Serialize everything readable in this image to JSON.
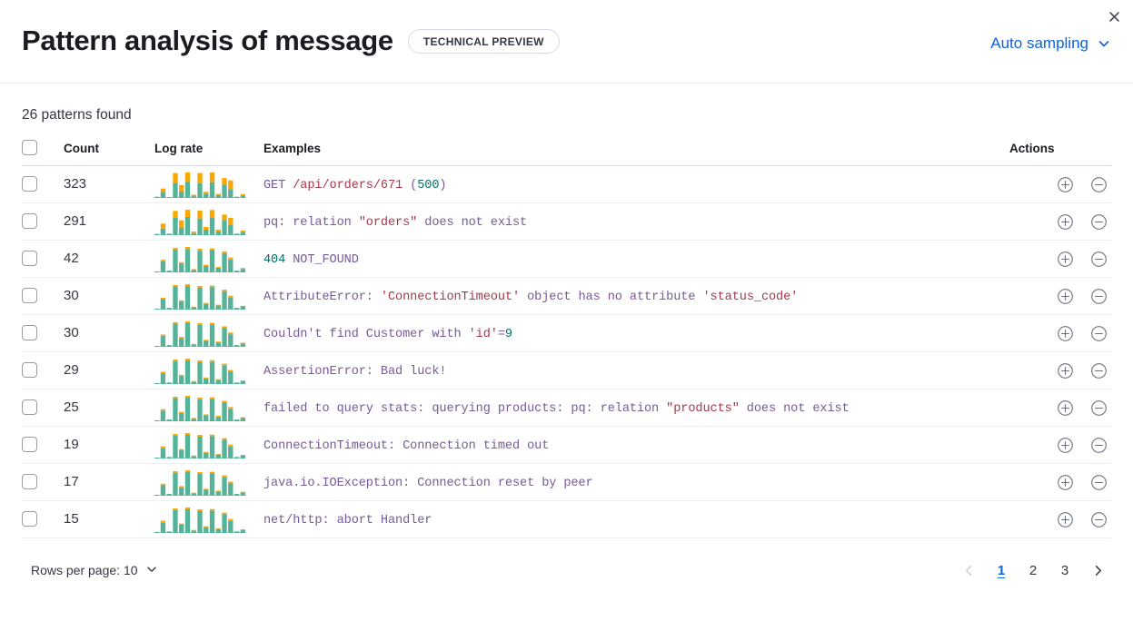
{
  "header": {
    "title": "Pattern analysis of message",
    "badge": "TECHNICAL PREVIEW",
    "sampling_label": "Auto sampling",
    "sampling_icon": "chevron-down-icon",
    "close_icon": "close-icon"
  },
  "summary": {
    "patterns_found": "26 patterns found"
  },
  "table": {
    "columns": {
      "select": "",
      "count": "Count",
      "log_rate": "Log rate",
      "examples": "Examples",
      "actions": "Actions"
    },
    "action_icons": {
      "filter_for": "plus-in-circle-icon",
      "filter_out": "minus-in-circle-icon"
    },
    "rows": [
      {
        "count": "323",
        "example_plain": "GET /api/orders/671 (500)",
        "tokens": [
          {
            "t": "GET ",
            "c": "base"
          },
          {
            "t": "/api/orders/671",
            "c": "str"
          },
          {
            "t": " (",
            "c": "base"
          },
          {
            "t": "500",
            "c": "num"
          },
          {
            "t": ")",
            "c": "base"
          }
        ],
        "spark": {
          "teal": [
            4,
            20,
            3,
            52,
            22,
            55,
            6,
            50,
            15,
            54,
            10,
            46,
            30,
            4,
            8
          ],
          "orange": [
            0,
            12,
            0,
            33,
            22,
            32,
            5,
            35,
            6,
            33,
            4,
            22,
            30,
            0,
            5
          ]
        }
      },
      {
        "count": "291",
        "example_plain": "pq: relation \"orders\" does not exist",
        "tokens": [
          {
            "t": "pq: relation ",
            "c": "base"
          },
          {
            "t": "\"orders\"",
            "c": "str"
          },
          {
            "t": " does not exist",
            "c": "base"
          }
        ],
        "spark": {
          "teal": [
            4,
            22,
            5,
            58,
            25,
            60,
            7,
            55,
            18,
            58,
            12,
            50,
            33,
            5,
            9
          ],
          "orange": [
            0,
            16,
            0,
            22,
            24,
            24,
            5,
            26,
            9,
            25,
            6,
            18,
            24,
            0,
            6
          ]
        }
      },
      {
        "count": "42",
        "example_plain": "404 NOT_FOUND",
        "tokens": [
          {
            "t": "404",
            "c": "num"
          },
          {
            "t": " NOT_FOUND",
            "c": "base"
          }
        ],
        "spark": {
          "teal": [
            3,
            38,
            6,
            78,
            30,
            80,
            9,
            74,
            22,
            76,
            16,
            66,
            44,
            6,
            12
          ],
          "orange": [
            0,
            5,
            0,
            6,
            5,
            7,
            2,
            7,
            4,
            6,
            3,
            6,
            7,
            0,
            3
          ]
        }
      },
      {
        "count": "30",
        "example_plain": "AttributeError: 'ConnectionTimeout' object has no attribute 'status_code'",
        "tokens": [
          {
            "t": "AttributeError: ",
            "c": "base"
          },
          {
            "t": "'ConnectionTimeout'",
            "c": "str"
          },
          {
            "t": " object has no attribute ",
            "c": "base"
          },
          {
            "t": "'status_code'",
            "c": "str"
          }
        ],
        "spark": {
          "teal": [
            3,
            36,
            6,
            80,
            28,
            82,
            8,
            76,
            20,
            78,
            14,
            64,
            42,
            6,
            11
          ],
          "orange": [
            0,
            5,
            0,
            5,
            4,
            6,
            2,
            6,
            3,
            5,
            3,
            5,
            6,
            0,
            2
          ]
        }
      },
      {
        "count": "30",
        "example_plain": "Couldn't find Customer with 'id'=9",
        "tokens": [
          {
            "t": "Couldn't find Customer with ",
            "c": "base"
          },
          {
            "t": "'id'",
            "c": "str"
          },
          {
            "t": "=",
            "c": "base"
          },
          {
            "t": "9",
            "c": "num"
          }
        ],
        "spark": {
          "teal": [
            3,
            37,
            6,
            79,
            29,
            81,
            8,
            75,
            21,
            77,
            15,
            65,
            43,
            6,
            11
          ],
          "orange": [
            0,
            5,
            0,
            5,
            5,
            6,
            2,
            6,
            3,
            5,
            3,
            5,
            6,
            0,
            3
          ]
        }
      },
      {
        "count": "29",
        "example_plain": "AssertionError: Bad luck!",
        "tokens": [
          {
            "t": "AssertionError: Bad luck!",
            "c": "base"
          }
        ],
        "spark": {
          "teal": [
            3,
            35,
            5,
            77,
            27,
            79,
            8,
            73,
            19,
            75,
            14,
            63,
            41,
            5,
            10
          ],
          "orange": [
            0,
            6,
            0,
            5,
            4,
            6,
            2,
            6,
            3,
            5,
            2,
            5,
            6,
            0,
            2
          ]
        }
      },
      {
        "count": "25",
        "example_plain": "failed to query stats: querying products: pq: relation \"products\" does not exist",
        "tokens": [
          {
            "t": "failed to query stats: querying products: pq: relation ",
            "c": "base"
          },
          {
            "t": "\"products\"",
            "c": "str"
          },
          {
            "t": " does not exist",
            "c": "base"
          }
        ],
        "spark": {
          "teal": [
            3,
            36,
            6,
            78,
            28,
            80,
            9,
            74,
            20,
            76,
            15,
            64,
            42,
            6,
            11
          ],
          "orange": [
            0,
            5,
            0,
            5,
            4,
            6,
            2,
            6,
            3,
            5,
            3,
            5,
            6,
            0,
            3
          ]
        }
      },
      {
        "count": "19",
        "example_plain": "ConnectionTimeout: Connection timed out",
        "tokens": [
          {
            "t": "ConnectionTimeout: Connection timed out",
            "c": "base"
          }
        ],
        "spark": {
          "teal": [
            3,
            34,
            5,
            76,
            27,
            78,
            8,
            72,
            19,
            74,
            13,
            62,
            40,
            5,
            10
          ],
          "orange": [
            0,
            6,
            0,
            5,
            4,
            6,
            2,
            6,
            3,
            5,
            2,
            5,
            6,
            0,
            2
          ]
        }
      },
      {
        "count": "17",
        "example_plain": "java.io.IOException: Connection reset by peer",
        "tokens": [
          {
            "t": "java.io.IOException: Connection reset by peer",
            "c": "base"
          }
        ],
        "spark": {
          "teal": [
            3,
            35,
            6,
            77,
            28,
            79,
            8,
            73,
            20,
            75,
            14,
            63,
            41,
            6,
            11
          ],
          "orange": [
            0,
            5,
            0,
            5,
            4,
            6,
            2,
            6,
            3,
            5,
            3,
            5,
            6,
            0,
            2
          ]
        }
      },
      {
        "count": "15",
        "example_plain": "net/http: abort Handler",
        "tokens": [
          {
            "t": "net/http: abort Handler",
            "c": "base"
          }
        ],
        "spark": {
          "teal": [
            3,
            34,
            5,
            76,
            27,
            78,
            8,
            72,
            19,
            74,
            13,
            62,
            40,
            5,
            10
          ],
          "orange": [
            0,
            6,
            0,
            5,
            4,
            6,
            2,
            6,
            3,
            5,
            2,
            5,
            6,
            0,
            2
          ]
        }
      }
    ]
  },
  "footer": {
    "rows_per_page_label": "Rows per page: 10",
    "rows_per_page_icon": "chevron-down-icon",
    "prev_icon": "chevron-left-icon",
    "next_icon": "chevron-right-icon",
    "pages": [
      "1",
      "2",
      "3"
    ],
    "active_page": "1"
  },
  "colors": {
    "teal": "#54b399",
    "orange": "#fca700",
    "accent_blue": "#0b64dd",
    "token_base": "#765b96",
    "token_string": "#a8374a",
    "token_number": "#00726b"
  }
}
